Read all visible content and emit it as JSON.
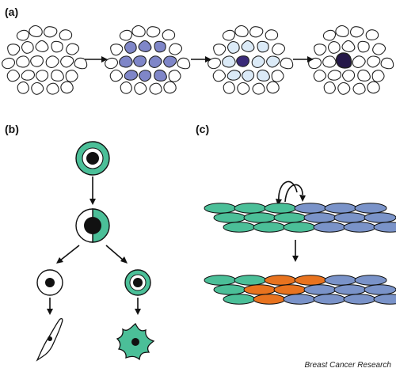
{
  "panels": {
    "a": {
      "label": "(a)"
    },
    "b": {
      "label": "(b)"
    },
    "c": {
      "label": "(c)"
    }
  },
  "credit": "Breast Cancer Research",
  "colors": {
    "outline": "#222222",
    "white": "#ffffff",
    "faded_outline": "#bdbdbd",
    "periwinkle": "#7f86c8",
    "pale_blue": "#dbeaf7",
    "deep_purple": "#3a2a78",
    "darkest_purple": "#241748",
    "teal": "#4bbf98",
    "ellipse_blue": "#7a93c9",
    "orange": "#e8731f",
    "nucleus": "#111111"
  },
  "icons": [
    "arrow-right-icon",
    "arrow-down-icon",
    "arrow-diagonal-icon",
    "swap-arrows-icon"
  ]
}
